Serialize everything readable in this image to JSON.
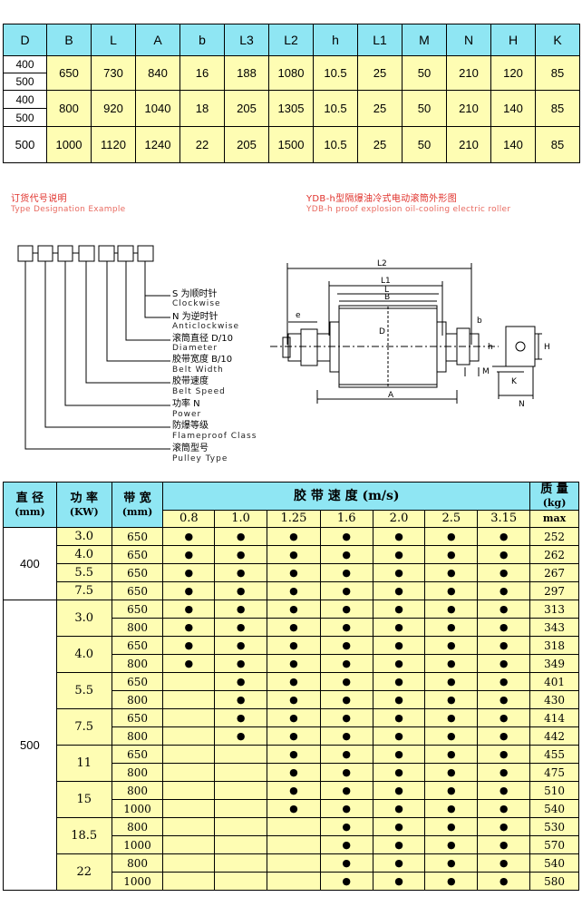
{
  "dims": {
    "headers": [
      "D",
      "B",
      "L",
      "A",
      "b",
      "L3",
      "L2",
      "h",
      "L1",
      "M",
      "N",
      "H",
      "K"
    ],
    "rows": [
      {
        "d_top": "400",
        "d_bottom": "500",
        "values": [
          "650",
          "730",
          "840",
          "16",
          "188",
          "1080",
          "10.5",
          "25",
          "50",
          "210",
          "120",
          "85"
        ]
      },
      {
        "d_top": "400",
        "d_bottom": "500",
        "values": [
          "800",
          "920",
          "1040",
          "18",
          "205",
          "1305",
          "10.5",
          "25",
          "50",
          "210",
          "140",
          "85"
        ]
      },
      {
        "d_single": "500",
        "values": [
          "1000",
          "1120",
          "1240",
          "22",
          "205",
          "1500",
          "10.5",
          "25",
          "50",
          "210",
          "140",
          "85"
        ]
      }
    ]
  },
  "designation": {
    "title_cn": "订货代号说明",
    "title_en": "Type Designation Example",
    "items": [
      {
        "cn": "S 为顺时针",
        "en": "Clockwise"
      },
      {
        "cn": "N 为逆时针",
        "en": "Anticlockwise"
      },
      {
        "cn": "滚筒直径 D/10",
        "en": "Diameter"
      },
      {
        "cn": "胶带宽度 B/10",
        "en": "Belt Width"
      },
      {
        "cn": "胶带速度",
        "en": "Belt Speed"
      },
      {
        "cn": "功率 N",
        "en": "Power"
      },
      {
        "cn": "防爆等级",
        "en": "Flameproof Class"
      },
      {
        "cn": "滚筒型号",
        "en": "Pulley Type"
      }
    ]
  },
  "drawing": {
    "title_cn": "YDB-h型隔爆油冷式电动滚筒外形图",
    "title_en": "YDB-h proof explosion oil-cooling electric roller",
    "labels": {
      "L2": "L2",
      "L1": "L1",
      "L": "L",
      "B": "B",
      "e": "e",
      "D": "D",
      "h": "h",
      "b": "b",
      "A": "A",
      "M": "M",
      "K": "K",
      "N": "N",
      "H": "H"
    }
  },
  "speed": {
    "h_diam": "直 径",
    "h_diam_unit": "(mm)",
    "h_power": "功 率",
    "h_power_unit": "(KW)",
    "h_width": "带 宽",
    "h_width_unit": "(mm)",
    "h_speed": "胶 带 速 度 (m/s)",
    "h_mass": "质 量",
    "h_mass_unit": "(kg)",
    "h_max": "max",
    "speeds": [
      "0.8",
      "1.0",
      "1.25",
      "1.6",
      "2.0",
      "2.5",
      "3.15"
    ],
    "dot": "●",
    "groups": [
      {
        "diameter": "400",
        "powers": [
          {
            "power": "3.0",
            "rows": [
              {
                "width": "650",
                "marks": [
                  1,
                  1,
                  1,
                  1,
                  1,
                  1,
                  1
                ],
                "mass": "252"
              }
            ]
          },
          {
            "power": "4.0",
            "rows": [
              {
                "width": "650",
                "marks": [
                  1,
                  1,
                  1,
                  1,
                  1,
                  1,
                  1
                ],
                "mass": "262"
              }
            ]
          },
          {
            "power": "5.5",
            "rows": [
              {
                "width": "650",
                "marks": [
                  1,
                  1,
                  1,
                  1,
                  1,
                  1,
                  1
                ],
                "mass": "267"
              }
            ]
          },
          {
            "power": "7.5",
            "rows": [
              {
                "width": "650",
                "marks": [
                  1,
                  1,
                  1,
                  1,
                  1,
                  1,
                  1
                ],
                "mass": "297"
              }
            ]
          }
        ]
      },
      {
        "diameter": "500",
        "powers": [
          {
            "power": "3.0",
            "rows": [
              {
                "width": "650",
                "marks": [
                  1,
                  1,
                  1,
                  1,
                  1,
                  1,
                  1
                ],
                "mass": "313"
              },
              {
                "width": "800",
                "marks": [
                  1,
                  1,
                  1,
                  1,
                  1,
                  1,
                  1
                ],
                "mass": "343"
              }
            ]
          },
          {
            "power": "4.0",
            "rows": [
              {
                "width": "650",
                "marks": [
                  1,
                  1,
                  1,
                  1,
                  1,
                  1,
                  1
                ],
                "mass": "318"
              },
              {
                "width": "800",
                "marks": [
                  1,
                  1,
                  1,
                  1,
                  1,
                  1,
                  1
                ],
                "mass": "349"
              }
            ]
          },
          {
            "power": "5.5",
            "rows": [
              {
                "width": "650",
                "marks": [
                  0,
                  1,
                  1,
                  1,
                  1,
                  1,
                  1
                ],
                "mass": "401"
              },
              {
                "width": "800",
                "marks": [
                  0,
                  1,
                  1,
                  1,
                  1,
                  1,
                  1
                ],
                "mass": "430"
              }
            ]
          },
          {
            "power": "7.5",
            "rows": [
              {
                "width": "650",
                "marks": [
                  0,
                  1,
                  1,
                  1,
                  1,
                  1,
                  1
                ],
                "mass": "414"
              },
              {
                "width": "800",
                "marks": [
                  0,
                  1,
                  1,
                  1,
                  1,
                  1,
                  1
                ],
                "mass": "442"
              }
            ]
          },
          {
            "power": "11",
            "rows": [
              {
                "width": "650",
                "marks": [
                  0,
                  0,
                  1,
                  1,
                  1,
                  1,
                  1
                ],
                "mass": "455"
              },
              {
                "width": "800",
                "marks": [
                  0,
                  0,
                  1,
                  1,
                  1,
                  1,
                  1
                ],
                "mass": "475"
              }
            ]
          },
          {
            "power": "15",
            "rows": [
              {
                "width": "800",
                "marks": [
                  0,
                  0,
                  1,
                  1,
                  1,
                  1,
                  1
                ],
                "mass": "510"
              },
              {
                "width": "1000",
                "marks": [
                  0,
                  0,
                  1,
                  1,
                  1,
                  1,
                  1
                ],
                "mass": "540"
              }
            ]
          },
          {
            "power": "18.5",
            "rows": [
              {
                "width": "800",
                "marks": [
                  0,
                  0,
                  0,
                  1,
                  1,
                  1,
                  1
                ],
                "mass": "530"
              },
              {
                "width": "1000",
                "marks": [
                  0,
                  0,
                  0,
                  1,
                  1,
                  1,
                  1
                ],
                "mass": "570"
              }
            ]
          },
          {
            "power": "22",
            "rows": [
              {
                "width": "800",
                "marks": [
                  0,
                  0,
                  0,
                  1,
                  1,
                  1,
                  1
                ],
                "mass": "540"
              },
              {
                "width": "1000",
                "marks": [
                  0,
                  0,
                  0,
                  1,
                  1,
                  1,
                  1
                ],
                "mass": "580"
              }
            ]
          }
        ]
      }
    ]
  }
}
